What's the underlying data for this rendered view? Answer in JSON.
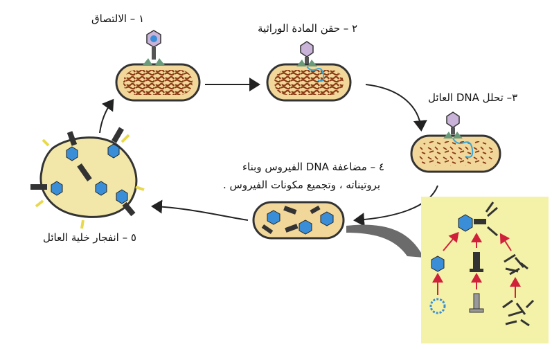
{
  "steps": {
    "s1": "١ – الالتصاق",
    "s2": "٢ – حقن المادة الوراثية",
    "s3": "٣– تحلل DNA العائل",
    "s4_line1": "٤ – مضاعفة DNA الفيروس وبناء",
    "s4_line2": "بروتيناته ، وتجميع مكونات الفيروس .",
    "s5": "٥ – انفجار خلية العائل"
  },
  "colors": {
    "cell_fill": "#f2d79a",
    "cell_outline": "#333333",
    "host_dna": "#8a3a14",
    "virus_head": "#c9b3d9",
    "virus_core": "#3a8ed8",
    "arrow": "#222222",
    "red_arrow": "#d0203a",
    "inset_bg": "#f4f1a8"
  }
}
